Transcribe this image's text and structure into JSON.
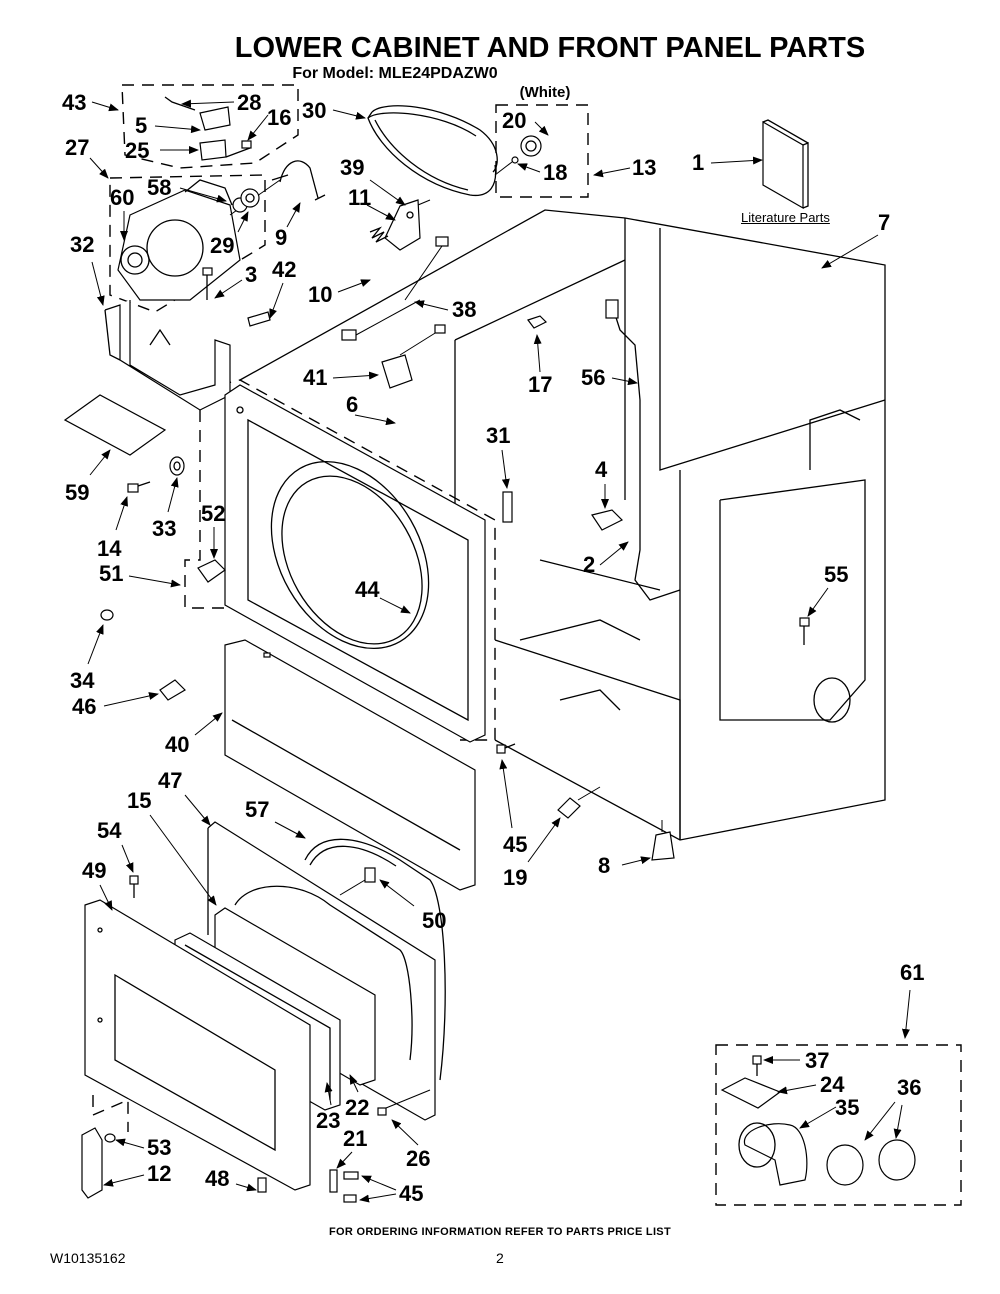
{
  "header": {
    "title": "LOWER CABINET AND FRONT PANEL PARTS",
    "model_line": "For Model: MLE24PDAZW0",
    "color_variant": "(White)"
  },
  "literature": {
    "label": "Literature Parts"
  },
  "callouts": [
    {
      "id": "43",
      "text": "43"
    },
    {
      "id": "28",
      "text": "28"
    },
    {
      "id": "5",
      "text": "5"
    },
    {
      "id": "16",
      "text": "16"
    },
    {
      "id": "25",
      "text": "25"
    },
    {
      "id": "27",
      "text": "27"
    },
    {
      "id": "58",
      "text": "58"
    },
    {
      "id": "60",
      "text": "60"
    },
    {
      "id": "29",
      "text": "29"
    },
    {
      "id": "9",
      "text": "9"
    },
    {
      "id": "32",
      "text": "32"
    },
    {
      "id": "3",
      "text": "3"
    },
    {
      "id": "42",
      "text": "42"
    },
    {
      "id": "30",
      "text": "30"
    },
    {
      "id": "39",
      "text": "39"
    },
    {
      "id": "11",
      "text": "11"
    },
    {
      "id": "10",
      "text": "10"
    },
    {
      "id": "38",
      "text": "38"
    },
    {
      "id": "20",
      "text": "20"
    },
    {
      "id": "18",
      "text": "18"
    },
    {
      "id": "13",
      "text": "13"
    },
    {
      "id": "1",
      "text": "1"
    },
    {
      "id": "7",
      "text": "7"
    },
    {
      "id": "41",
      "text": "41"
    },
    {
      "id": "17",
      "text": "17"
    },
    {
      "id": "56",
      "text": "56"
    },
    {
      "id": "6",
      "text": "6"
    },
    {
      "id": "31",
      "text": "31"
    },
    {
      "id": "4",
      "text": "4"
    },
    {
      "id": "59",
      "text": "59"
    },
    {
      "id": "33",
      "text": "33"
    },
    {
      "id": "14",
      "text": "14"
    },
    {
      "id": "52",
      "text": "52"
    },
    {
      "id": "51",
      "text": "51"
    },
    {
      "id": "44",
      "text": "44"
    },
    {
      "id": "2",
      "text": "2"
    },
    {
      "id": "55",
      "text": "55"
    },
    {
      "id": "34",
      "text": "34"
    },
    {
      "id": "46",
      "text": "46"
    },
    {
      "id": "40",
      "text": "40"
    },
    {
      "id": "47",
      "text": "47"
    },
    {
      "id": "15",
      "text": "15"
    },
    {
      "id": "57",
      "text": "57"
    },
    {
      "id": "54",
      "text": "54"
    },
    {
      "id": "49",
      "text": "49"
    },
    {
      "id": "45a",
      "text": "45"
    },
    {
      "id": "19",
      "text": "19"
    },
    {
      "id": "8",
      "text": "8"
    },
    {
      "id": "50",
      "text": "50"
    },
    {
      "id": "61",
      "text": "61"
    },
    {
      "id": "37",
      "text": "37"
    },
    {
      "id": "24",
      "text": "24"
    },
    {
      "id": "35",
      "text": "35"
    },
    {
      "id": "36",
      "text": "36"
    },
    {
      "id": "23",
      "text": "23"
    },
    {
      "id": "22",
      "text": "22"
    },
    {
      "id": "26",
      "text": "26"
    },
    {
      "id": "21",
      "text": "21"
    },
    {
      "id": "53",
      "text": "53"
    },
    {
      "id": "12",
      "text": "12"
    },
    {
      "id": "48",
      "text": "48"
    },
    {
      "id": "45b",
      "text": "45"
    }
  ],
  "footer": {
    "ordering_note": "FOR ORDERING INFORMATION REFER TO PARTS PRICE LIST",
    "document_number": "W10135162",
    "page_number": "2"
  }
}
